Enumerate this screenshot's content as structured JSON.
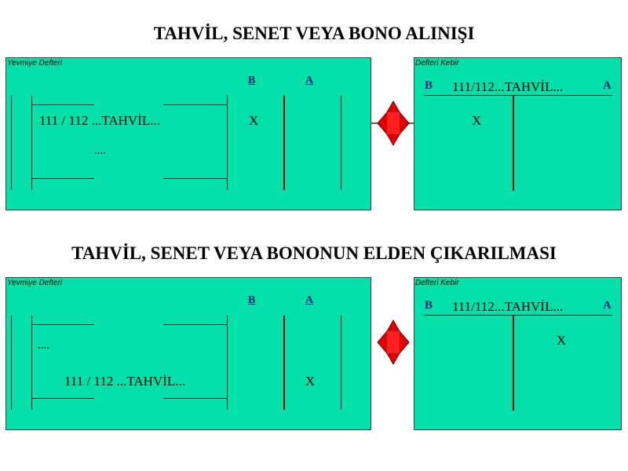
{
  "sections": [
    {
      "title": "TAHVİL, SENET VEYA BONO ALINIŞI",
      "journal": {
        "label": "Yevmiye Defteri",
        "col_debit": "B",
        "col_credit": "A",
        "line1_text": "111 / 112 ...TAHVİL...",
        "line1_debit": "X",
        "line2_text": "....",
        "line2_credit": ""
      },
      "ledger": {
        "label": "Defteri Kebir",
        "side_debit": "B",
        "side_credit": "A",
        "account": "111/112...TAHVİL...",
        "debit_value": "X",
        "credit_value": ""
      }
    },
    {
      "title": "TAHVİL, SENET VEYA BONONUN ELDEN ÇIKARILMASI",
      "journal": {
        "label": "Yevmiye Defteri",
        "col_debit": "B",
        "col_credit": "A",
        "line1_text": "....",
        "line1_debit": "",
        "line2_text": "111 / 112 ...TAHVİL...",
        "line2_credit": "X"
      },
      "ledger": {
        "label": "Defteri Kebir",
        "side_debit": "B",
        "side_credit": "A",
        "account": "111/112...TAHVİL...",
        "debit_value": "",
        "credit_value": "X"
      }
    }
  ],
  "colors": {
    "panel": "#00e0a8",
    "arrow": "#e00000",
    "divider": "#b00000"
  },
  "icons": [
    "double-arrow-icon"
  ]
}
